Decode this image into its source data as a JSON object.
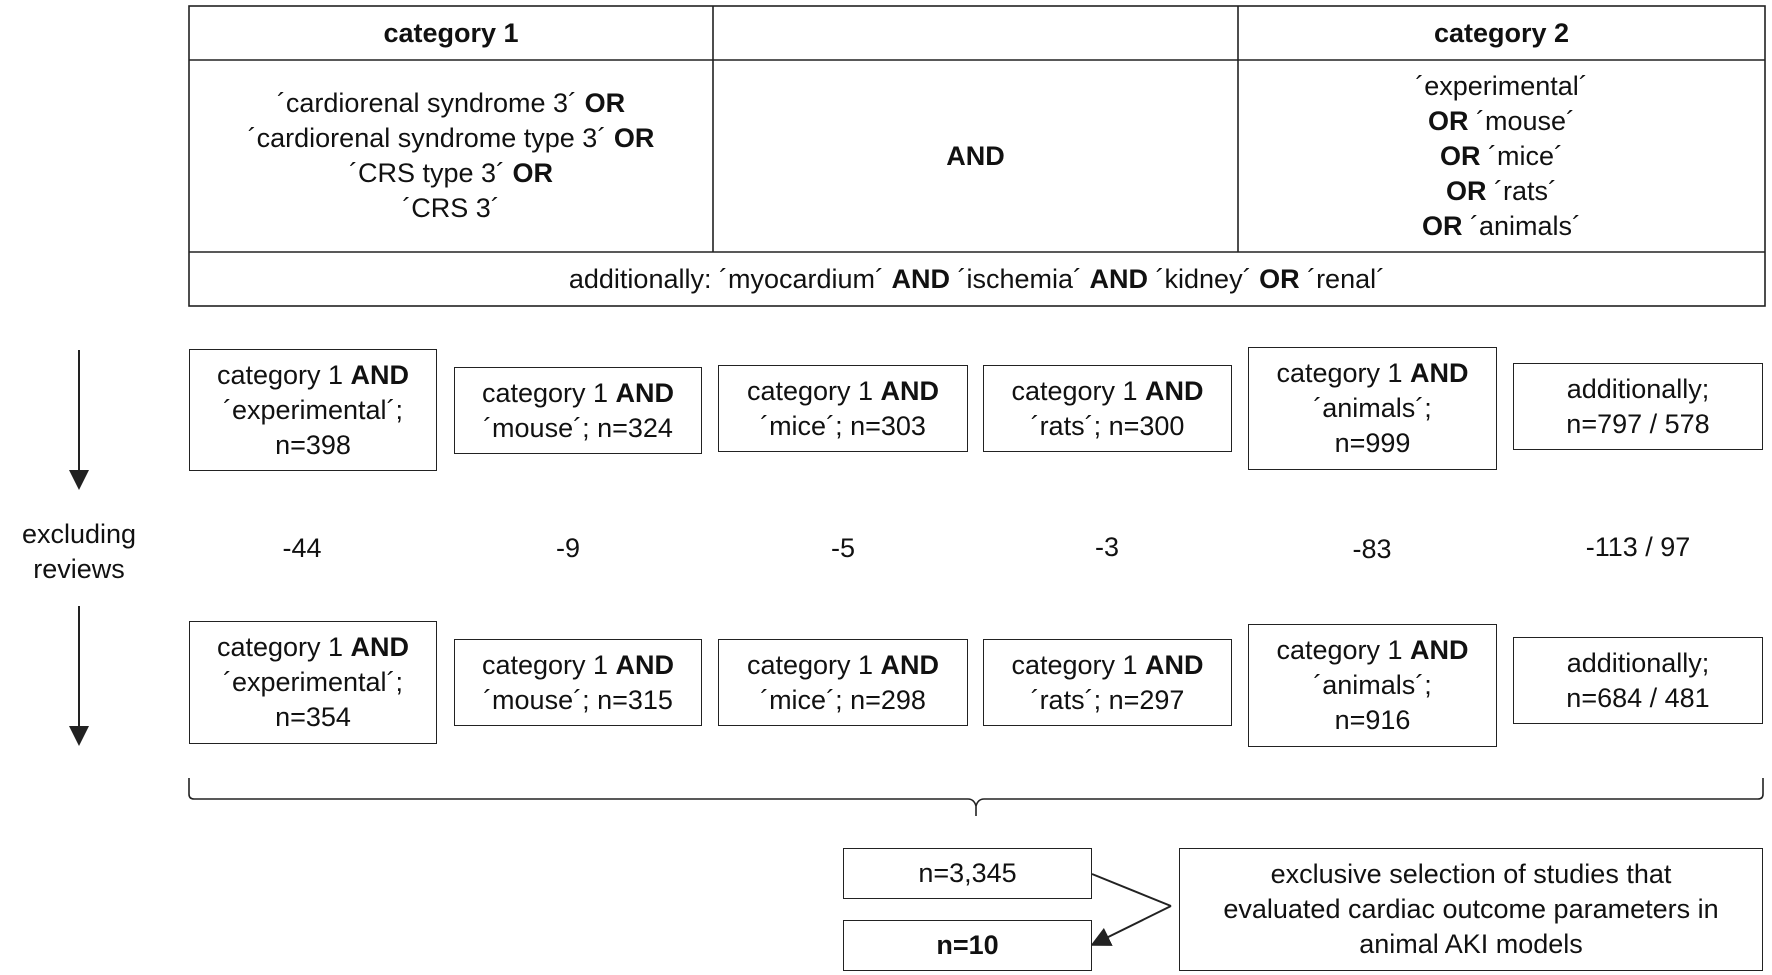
{
  "search_table": {
    "col1_header": "category 1",
    "col2_header": "",
    "col3_header": "category 2",
    "category1_lines": [
      {
        "text": "´cardiorenal syndrome 3´ ",
        "op": "OR"
      },
      {
        "text": "´cardiorenal syndrome type 3´ ",
        "op": "OR"
      },
      {
        "text": "´CRS type 3´ ",
        "op": "OR"
      },
      {
        "text": "´CRS 3´",
        "op": ""
      }
    ],
    "middle_operator": "AND",
    "category2_lines": [
      {
        "op": "",
        "text": "´experimental´"
      },
      {
        "op": "OR",
        "text": " ´mouse´"
      },
      {
        "op": "OR",
        "text": " ´mice´"
      },
      {
        "op": "OR",
        "text": " ´rats´"
      },
      {
        "op": "OR",
        "text": " ´animals´"
      }
    ],
    "additionally_row": [
      {
        "text": "additionally: ´myocardium´ ",
        "op": "AND"
      },
      {
        "text": " ´ischemia´ ",
        "op": "AND"
      },
      {
        "text": " ´kidney´ ",
        "op": "OR"
      },
      {
        "text": " ´renal´",
        "op": ""
      }
    ]
  },
  "exclusion_label_line1": "excluding",
  "exclusion_label_line2": "reviews",
  "before_boxes": [
    {
      "prefix": "category 1 ",
      "op": "AND",
      "line2": "´experimental´;",
      "line3": "n=398"
    },
    {
      "prefix": "category 1 ",
      "op": "AND",
      "line2": "´mouse´; n=324",
      "line3": ""
    },
    {
      "prefix": "category 1 ",
      "op": "AND",
      "line2": "´mice´; n=303",
      "line3": ""
    },
    {
      "prefix": "category 1 ",
      "op": "AND",
      "line2": "´rats´; n=300",
      "line3": ""
    },
    {
      "prefix": "category 1 ",
      "op": "AND",
      "line2": "´animals´;",
      "line3": "n=999"
    },
    {
      "prefix": "additionally;",
      "op": "",
      "line2": "n=797 / 578",
      "line3": ""
    }
  ],
  "excluded_counts": [
    "-44",
    "-9",
    "-5",
    "-3",
    "-83",
    "-113 / 97"
  ],
  "after_boxes": [
    {
      "prefix": "category 1 ",
      "op": "AND",
      "line2": "´experimental´;",
      "line3": "n=354"
    },
    {
      "prefix": "category 1 ",
      "op": "AND",
      "line2": "´mouse´; n=315",
      "line3": ""
    },
    {
      "prefix": "category 1 ",
      "op": "AND",
      "line2": "´mice´; n=298",
      "line3": ""
    },
    {
      "prefix": "category 1 ",
      "op": "AND",
      "line2": "´rats´; n=297",
      "line3": ""
    },
    {
      "prefix": "category 1 ",
      "op": "AND",
      "line2": "´animals´;",
      "line3": "n=916"
    },
    {
      "prefix": "additionally;",
      "op": "",
      "line2": "n=684 / 481",
      "line3": ""
    }
  ],
  "total_box": "n=3,345",
  "final_box": "n=10",
  "selection_note": [
    "exclusive selection of studies that",
    "evaluated cardiac outcome parameters in",
    "animal AKI models"
  ]
}
